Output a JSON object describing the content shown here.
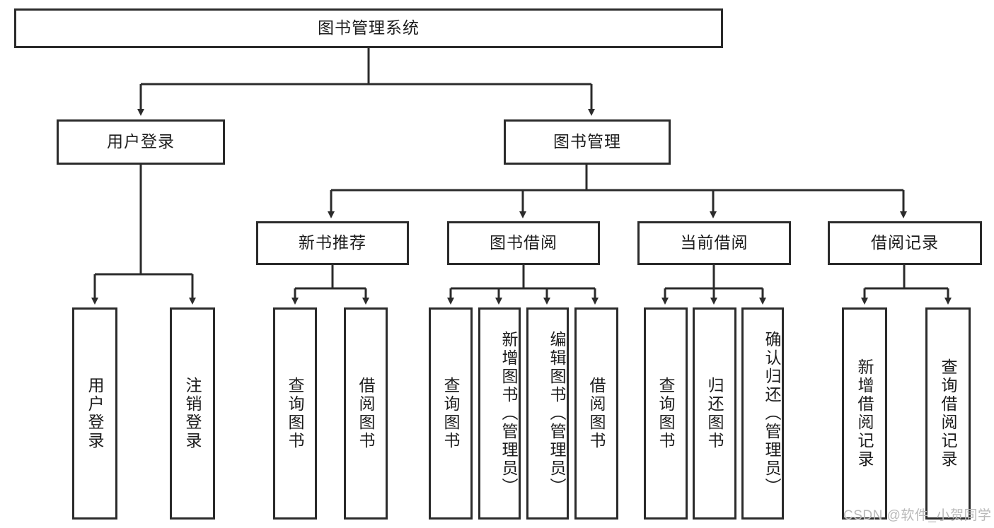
{
  "diagram": {
    "title_node": {
      "label": "图书管理系统"
    },
    "level2": [
      {
        "label": "用户登录"
      },
      {
        "label": "图书管理"
      }
    ],
    "level3": [
      {
        "label": "新书推荐"
      },
      {
        "label": "图书借阅"
      },
      {
        "label": "当前借阅"
      },
      {
        "label": "借阅记录"
      }
    ],
    "leaves": {
      "user_login": [
        {
          "label": "用户登录"
        },
        {
          "label": "注销登录"
        }
      ],
      "new_book_recommend": [
        {
          "label": "查询图书"
        },
        {
          "label": "借阅图书"
        }
      ],
      "book_borrow": [
        {
          "label": "查询图书"
        },
        {
          "label": "新增图书（管理员）"
        },
        {
          "label": "编辑图书（管理员）"
        },
        {
          "label": "借阅图书"
        }
      ],
      "current_borrow": [
        {
          "label": "查询图书"
        },
        {
          "label": "归还图书"
        },
        {
          "label": "确认归还（管理员）"
        }
      ],
      "borrow_record": [
        {
          "label": "新增借阅记录"
        },
        {
          "label": "查询借阅记录"
        }
      ]
    }
  },
  "watermark": {
    "text": "CSDN @软件_小贺同学"
  },
  "colors": {
    "box_border": "#2b2b2b",
    "box_fill": "#ffffff",
    "edge": "#2b2b2b",
    "text": "#1c1c1c",
    "watermark": "#b9b9b9"
  }
}
